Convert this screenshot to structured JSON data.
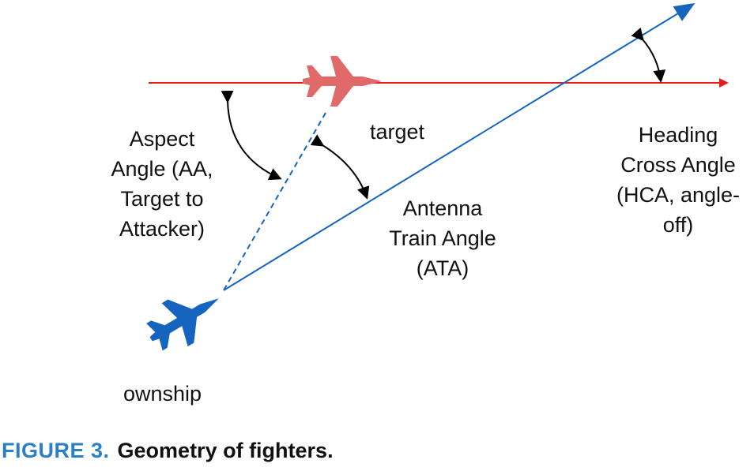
{
  "colors": {
    "target": "#e81b1b",
    "target_aircraft": "#e06a6a",
    "ownship": "#1565c0",
    "angle_arrows": "#000000",
    "caption_accent": "#2b7fc3"
  },
  "labels": {
    "aspect_angle": [
      "Aspect",
      "Angle (AA,",
      "Target to",
      "Attacker)"
    ],
    "target": "target",
    "antenna_train_angle": [
      "Antenna",
      "Train Angle",
      "(ATA)"
    ],
    "heading_cross_angle": [
      "Heading",
      "Cross Angle",
      "(HCA, angle-",
      "off)"
    ],
    "ownship": "ownship"
  },
  "caption": {
    "number": "FIGURE 3.",
    "text": "Geometry of fighters."
  },
  "icons": {
    "target": "fighter-jet-icon",
    "ownship": "fighter-jet-icon"
  }
}
